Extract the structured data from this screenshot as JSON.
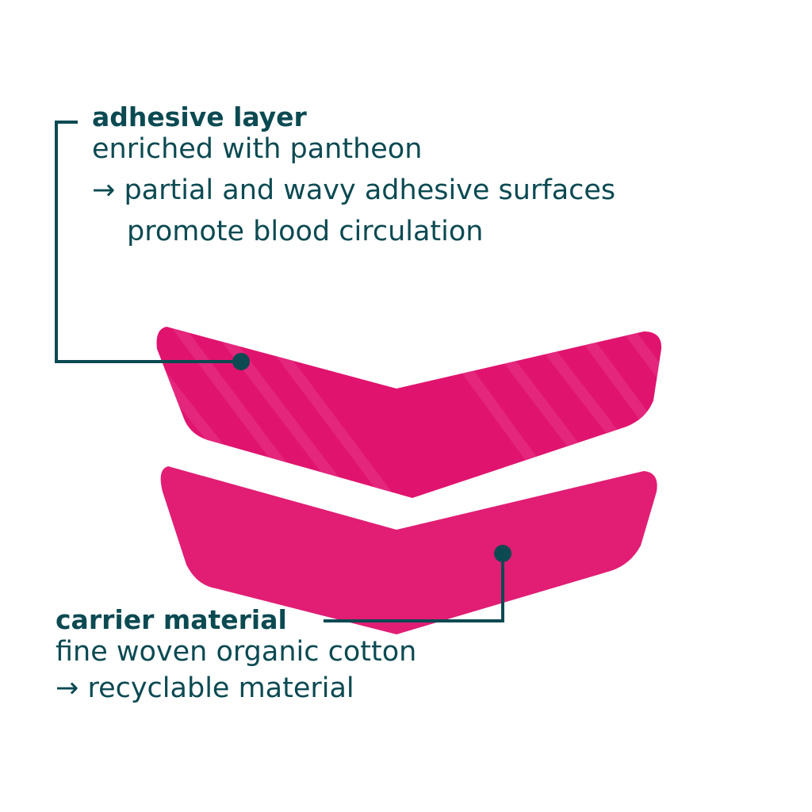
{
  "colors": {
    "text": "#0c4a52",
    "leader_line": "#0c4a52",
    "strip_pink": "#e0146e",
    "strip_pink_light": "#e8358a"
  },
  "adhesive_layer": {
    "title": "adhesive layer",
    "line1": "enriched with pantheon",
    "line2": "→ partial and wavy adhesive surfaces",
    "line3": "promote blood circulation"
  },
  "carrier_material": {
    "title": "carrier material",
    "line1": "fine woven organic cotton",
    "line2": "→ recyclable material"
  }
}
